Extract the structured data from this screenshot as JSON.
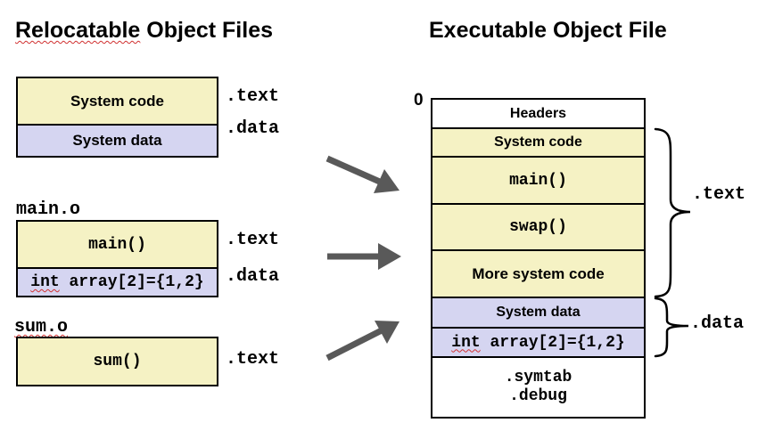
{
  "left": {
    "title": "Relocatable Object Files",
    "title_underlined_word": "Relocatable",
    "title_rest": " Object Files",
    "system_code": "System code",
    "system_data": "System data",
    "label_text_1": ".text",
    "label_data_1": ".data",
    "main_o": "main.o",
    "main_fn": "main()",
    "int_array": "int array[2]={1,2}",
    "int_word": "int",
    "int_rest": " array[2]={1,2}",
    "label_text_2": ".text",
    "label_data_2": ".data",
    "sum_o": "sum.o",
    "sum_fn": "sum()",
    "label_text_3": ".text"
  },
  "right": {
    "title": "Executable Object File",
    "zero": "0",
    "headers": "Headers",
    "system_code": "System code",
    "main_fn": "main()",
    "swap_fn": "swap()",
    "more_system_code": "More system code",
    "system_data": "System data",
    "int_word": "int",
    "int_rest": " array[2]={1,2}",
    "symtab": ".symtab",
    "debug": ".debug",
    "brace_text": ".text",
    "brace_data": ".data"
  },
  "colors": {
    "code_fill": "#f5f2c4",
    "data_fill": "#d5d5f1",
    "arrow": "#595959"
  }
}
